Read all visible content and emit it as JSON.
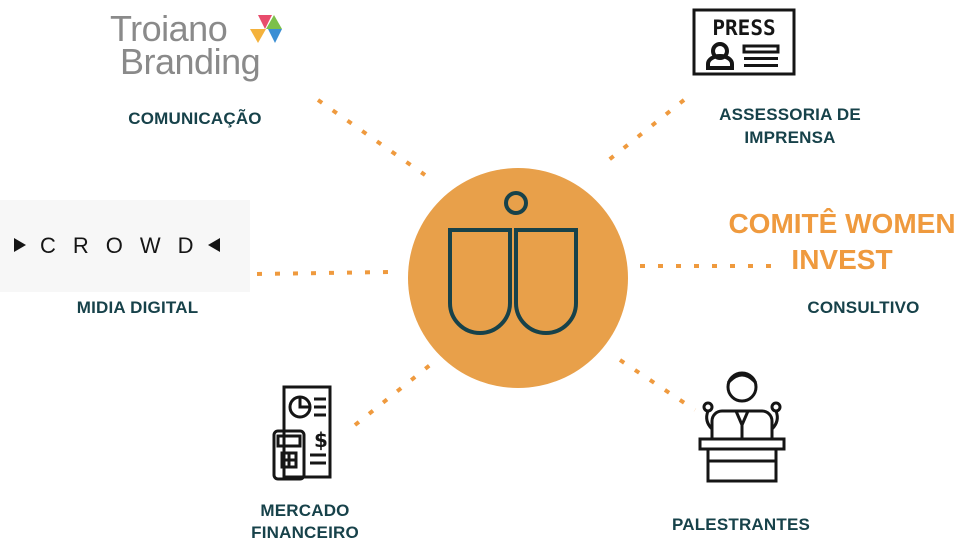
{
  "center": {
    "logo_icon": "womens-invest-logo-icon"
  },
  "nodes": {
    "comunicacao": {
      "logo_text_line1": "Troiano",
      "logo_text_line2": "Branding",
      "label": "COMUNICAÇÃO"
    },
    "assessoria": {
      "logo_text": "PRESS",
      "label_line1": "ASSESSORIA DE",
      "label_line2": "IMPRENSA"
    },
    "midia": {
      "logo_text": "CROWD",
      "label": "MIDIA DIGITAL"
    },
    "consultivo": {
      "title_line1": "COMITÊ WOMEN",
      "title_line2": "INVEST",
      "label": "CONSULTIVO"
    },
    "mercado": {
      "label_line1": "MERCADO",
      "label_line2": "FINANCEIRO"
    },
    "palestrantes": {
      "label": "PALESTRANTES"
    }
  },
  "colors": {
    "accent": "#ef9a3e",
    "circle": "#e8a04a",
    "text": "#17424a",
    "icon": "#151515"
  }
}
